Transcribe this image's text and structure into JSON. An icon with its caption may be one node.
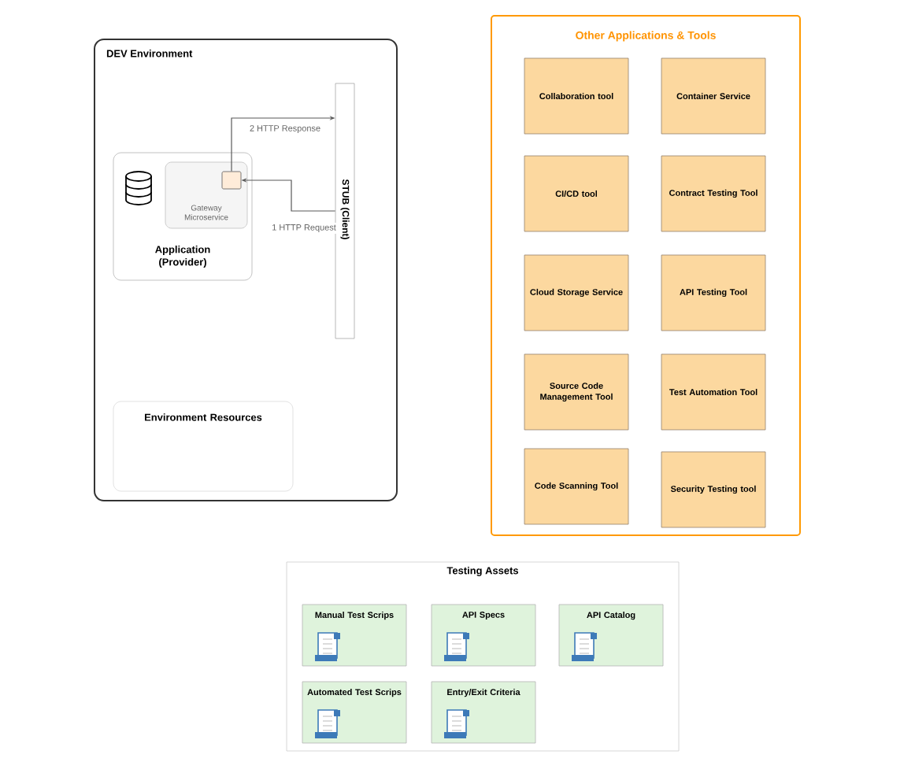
{
  "diagram": {
    "nodes": [
      {
        "text": [
          "DEV Environment"
        ]
      },
      {
        "text": [
          "Application (Provider)"
        ],
        "in": 0
      },
      {
        "text": [
          "Gateway Microservice"
        ],
        "in": 1
      },
      {
        "text": [],
        "shape": "box",
        "in": 2
      },
      {
        "text": [
          "STUB (Client)"
        ],
        "in": 0
      },
      {
        "text": [
          "Environment Resources"
        ],
        "in": 0
      },
      {
        "text": [
          "Other Applications & Tools"
        ]
      },
      {
        "text": [
          "Collaboration tool"
        ],
        "in": 6
      },
      {
        "text": [
          "Container Service"
        ],
        "in": 6
      },
      {
        "text": [
          "CI/CD tool"
        ],
        "in": 6
      },
      {
        "text": [
          "Contract Testing Tool"
        ],
        "in": 6
      },
      {
        "text": [
          "Cloud Storage Service"
        ],
        "in": 6
      },
      {
        "text": [
          "API Testing Tool"
        ],
        "in": 6
      },
      {
        "text": [
          "Source Code Management Tool"
        ],
        "in": 6
      },
      {
        "text": [
          "Test Automation Tool"
        ],
        "in": 6
      },
      {
        "text": [
          "Code Scanning Tool"
        ],
        "in": 6
      },
      {
        "text": [
          "Security Testing tool"
        ],
        "in": 6
      },
      {
        "text": [
          "Testing Assets"
        ]
      },
      {
        "text": [
          "Manual Test Scrips"
        ],
        "in": 17
      },
      {
        "text": [
          "API Specs"
        ],
        "in": 17
      },
      {
        "text": [
          "API Catalog"
        ],
        "in": 17
      },
      {
        "text": [
          "Automated Test Scrips"
        ],
        "in": 17
      },
      {
        "text": [
          "Entry/Exit Criteria"
        ],
        "in": 17
      }
    ],
    "edges": [
      {
        "from": 3,
        "to": 4,
        "arrow": "to",
        "label": "2 HTTP Response"
      },
      {
        "from": 4,
        "to": 3,
        "arrow": "to",
        "label": "1 HTTP Request"
      }
    ]
  }
}
